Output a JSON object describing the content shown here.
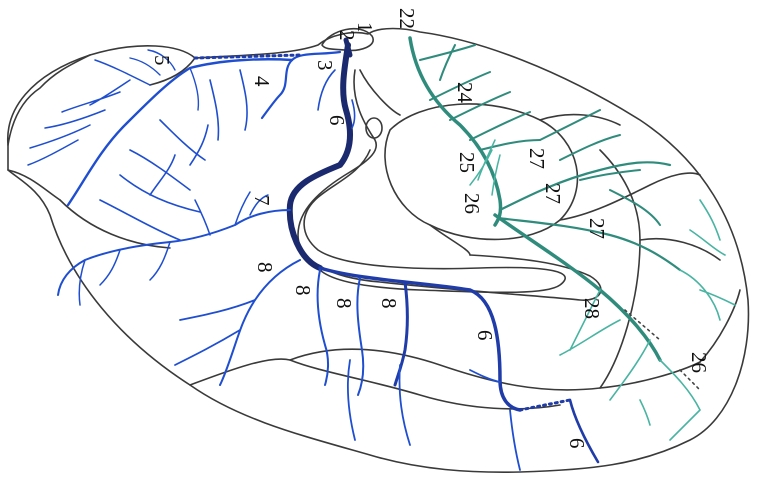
{
  "colors": {
    "outline": "#3a3a3a",
    "artery_blue": "#1f4fd0",
    "artery_dark": "#1b2a6e",
    "artery_teal": "#2f8c7c",
    "artery_teal_light": "#49b4a2",
    "background": "#ffffff"
  },
  "labels": {
    "l1": "1",
    "l2": "2",
    "l3": "3",
    "l4": "4",
    "l5": "5",
    "l6a": "6",
    "l6b": "6",
    "l6c": "6",
    "l7": "7",
    "l8a": "8",
    "l8b": "8",
    "l8c": "8",
    "l8d": "8",
    "l22": "22",
    "l24": "24",
    "l25": "25",
    "l26a": "26",
    "l26b": "26",
    "l27a": "27",
    "l27b": "27",
    "l27c": "27",
    "l28": "28"
  }
}
